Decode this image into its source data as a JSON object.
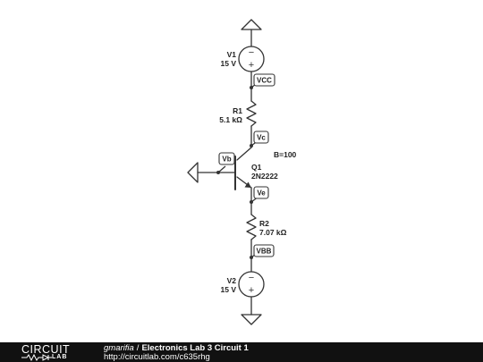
{
  "schematic": {
    "v1": {
      "name": "V1",
      "value": "15 V"
    },
    "v2": {
      "name": "V2",
      "value": "15 V"
    },
    "r1": {
      "name": "R1",
      "value": "5.1 kΩ"
    },
    "r2": {
      "name": "R2",
      "value": "7.07 kΩ"
    },
    "q1": {
      "name": "Q1",
      "model": "2N2222"
    },
    "beta": "B=100",
    "probes": {
      "vcc": "VCC",
      "vc": "Vc",
      "vb": "Vb",
      "ve": "Ve",
      "vbb": "VBB"
    },
    "source_plus": "+",
    "source_minus": "−"
  },
  "footer": {
    "logo_top": "CIRCUIT",
    "logo_bottom": "LAB",
    "author": "gmarifia",
    "separator": "/",
    "title": "Electronics Lab 3 Circuit 1",
    "url": "http://circuitlab.com/c635rhg"
  }
}
